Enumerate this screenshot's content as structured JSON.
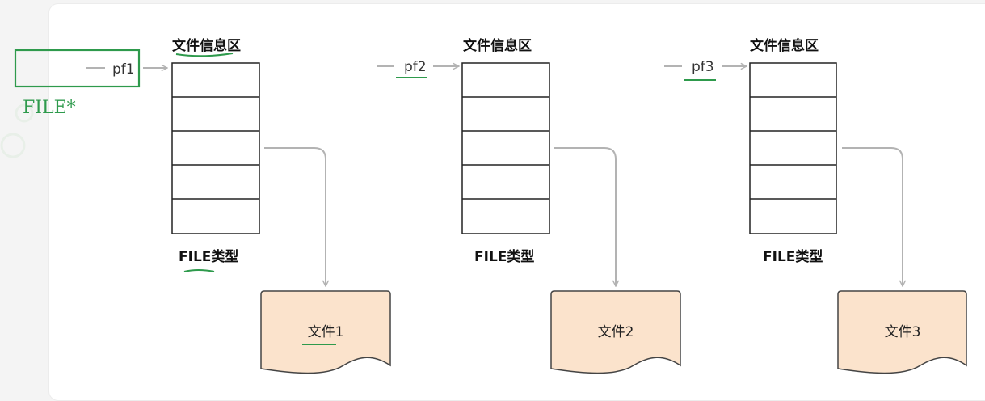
{
  "annotation": {
    "pointer_type_label": "FILE*",
    "ink_color": "#2e9a4c"
  },
  "columns": [
    {
      "pointer": "pf1",
      "region_title": "文件信息区",
      "type_label": "FILE类型",
      "file_label": "文件1",
      "cells": 5
    },
    {
      "pointer": "pf2",
      "region_title": "文件信息区",
      "type_label": "FILE类型",
      "file_label": "文件2",
      "cells": 5
    },
    {
      "pointer": "pf3",
      "region_title": "文件信息区",
      "type_label": "FILE类型",
      "file_label": "文件3",
      "cells": 5
    }
  ],
  "colors": {
    "arrow": "#b3b3b3",
    "file_fill": "#fbe3cc",
    "file_stroke": "#444444",
    "table_stroke": "#222222"
  }
}
